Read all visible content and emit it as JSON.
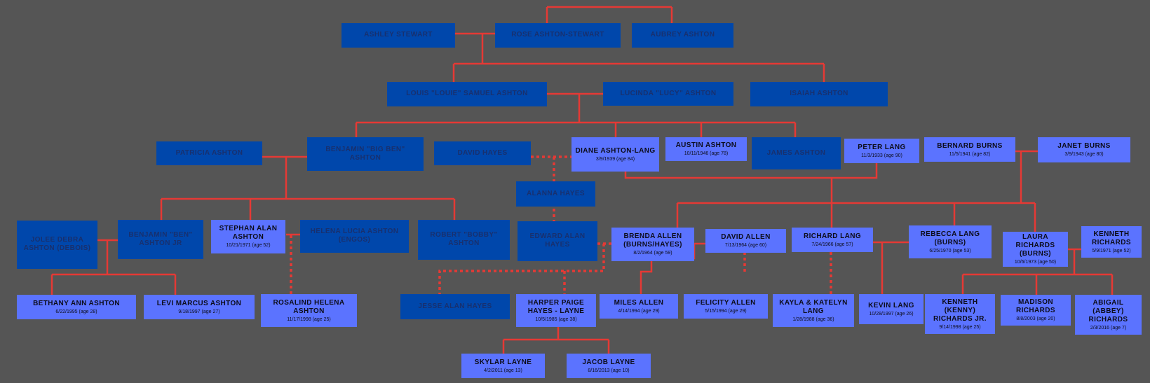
{
  "colors": {
    "background": "#555555",
    "living_box": "#5b73ff",
    "deceased_box": "#0047ab",
    "connector": "#e53935"
  },
  "people": {
    "ashley_stewart": {
      "name": "ASHLEY STEWART",
      "dates": "",
      "status": "deceased"
    },
    "rose_ashton_stewart": {
      "name": "ROSE ASHTON-STEWART",
      "dates": "",
      "status": "deceased"
    },
    "aubrey_ashton": {
      "name": "AUBREY ASHTON",
      "dates": "",
      "status": "deceased"
    },
    "louis_ashton": {
      "name": "LOUIS \"LOUIE\" SAMUEL ASHTON",
      "dates": "",
      "status": "deceased"
    },
    "lucinda_ashton": {
      "name": "LUCINDA \"LUCY\" ASHTON",
      "dates": "",
      "status": "deceased"
    },
    "isaiah_ashton": {
      "name": "ISAIAH ASHTON",
      "dates": "",
      "status": "deceased"
    },
    "patricia_ashton": {
      "name": "PATRICIA ASHTON",
      "dates": "",
      "status": "deceased"
    },
    "benjamin_big_ben": {
      "name": "BENJAMIN \"BIG BEN\" ASHTON",
      "dates": "",
      "status": "deceased"
    },
    "david_hayes": {
      "name": "DAVID HAYES",
      "dates": "",
      "status": "deceased"
    },
    "diane_ashton_lang": {
      "name": "DIANE ASHTON-LANG",
      "dates": "3/9/1939 (age 84)",
      "status": "living"
    },
    "austin_ashton": {
      "name": "AUSTIN ASHTON",
      "dates": "10/11/1946 (age 78)",
      "status": "living"
    },
    "james_ashton": {
      "name": "JAMES ASHTON",
      "dates": "",
      "status": "deceased"
    },
    "peter_lang": {
      "name": "PETER LANG",
      "dates": "11/3/1933 (age 90)",
      "status": "living"
    },
    "bernard_burns": {
      "name": "BERNARD BURNS",
      "dates": "11/5/1941 (age 82)",
      "status": "living"
    },
    "janet_burns": {
      "name": "JANET BURNS",
      "dates": "3/9/1943 (age 80)",
      "status": "living"
    },
    "alanna_hayes": {
      "name": "ALANNA HAYES",
      "dates": "",
      "status": "deceased"
    },
    "jolee_ashton": {
      "name": "JOLEE DEBRA ASHTON (DEBOIS)",
      "dates": "",
      "status": "deceased"
    },
    "benjamin_ben_jr": {
      "name": "BENJAMIN \"BEN\" ASHTON JR",
      "dates": "",
      "status": "deceased"
    },
    "stephan_ashton": {
      "name": "STEPHAN ALAN ASHTON",
      "dates": "10/21/1971 (age 52)",
      "status": "living"
    },
    "helena_ashton": {
      "name": "HELENA LUCIA ASHTON (ENGOS)",
      "dates": "",
      "status": "deceased"
    },
    "robert_bobby": {
      "name": "ROBERT \"BOBBY\" ASHTON",
      "dates": "",
      "status": "deceased"
    },
    "edward_hayes": {
      "name": "EDWARD ALAN HAYES",
      "dates": "",
      "status": "deceased"
    },
    "brenda_allen": {
      "name": "BRENDA ALLEN (BURNS/HAYES)",
      "dates": "8/2/1964 (age 59)",
      "status": "living"
    },
    "david_allen": {
      "name": "DAVID ALLEN",
      "dates": "7/13/1964 (age 60)",
      "status": "living"
    },
    "richard_lang": {
      "name": "RICHARD LANG",
      "dates": "7/24/1966 (age 57)",
      "status": "living"
    },
    "rebecca_lang": {
      "name": "REBECCA LANG (BURNS)",
      "dates": "6/25/1970 (age 53)",
      "status": "living"
    },
    "laura_richards": {
      "name": "LAURA RICHARDS (BURNS)",
      "dates": "10/6/1973 (age 50)",
      "status": "living"
    },
    "kenneth_richards": {
      "name": "KENNETH RICHARDS",
      "dates": "5/9/1971 (age 52)",
      "status": "living"
    },
    "bethany_ashton": {
      "name": "BETHANY ANN ASHTON",
      "dates": "6/22/1995 (age 28)",
      "status": "living"
    },
    "levi_ashton": {
      "name": "LEVI MARCUS ASHTON",
      "dates": "9/18/1997 (age 27)",
      "status": "living"
    },
    "rosalind_ashton": {
      "name": "ROSALIND HELENA ASHTON",
      "dates": "11/17/1998 (age 25)",
      "status": "living"
    },
    "jesse_hayes": {
      "name": "JESSE ALAN HAYES",
      "dates": "",
      "status": "deceased"
    },
    "harper_layne": {
      "name": "HARPER PAIGE HAYES - LAYNE",
      "dates": "10/5/1985 (age 38)",
      "status": "living"
    },
    "miles_allen": {
      "name": "MILES ALLEN",
      "dates": "4/14/1994 (age 29)",
      "status": "living"
    },
    "felicity_allen": {
      "name": "FELICITY ALLEN",
      "dates": "5/15/1994 (age 29)",
      "status": "living"
    },
    "kayla_katelyn_lang": {
      "name": "KAYLA & KATELYN LANG",
      "dates": "1/28/1988 (age 36)",
      "status": "living"
    },
    "kevin_lang": {
      "name": "KEVIN LANG",
      "dates": "10/28/1997 (age 26)",
      "status": "living"
    },
    "kenneth_jr": {
      "name": "KENNETH (KENNY) RICHARDS JR.",
      "dates": "9/14/1998 (age 25)",
      "status": "living"
    },
    "madison_richards": {
      "name": "MADISON RICHARDS",
      "dates": "8/8/2003 (age 20)",
      "status": "living"
    },
    "abigail_richards": {
      "name": "ABIGAIL (ABBEY) RICHARDS",
      "dates": "2/3/2016 (age 7)",
      "status": "living"
    },
    "skylar_layne": {
      "name": "SKYLAR LAYNE",
      "dates": "4/2/2011 (age 13)",
      "status": "living"
    },
    "jacob_layne": {
      "name": "JACOB LAYNE",
      "dates": "8/16/2013 (age 10)",
      "status": "living"
    }
  }
}
